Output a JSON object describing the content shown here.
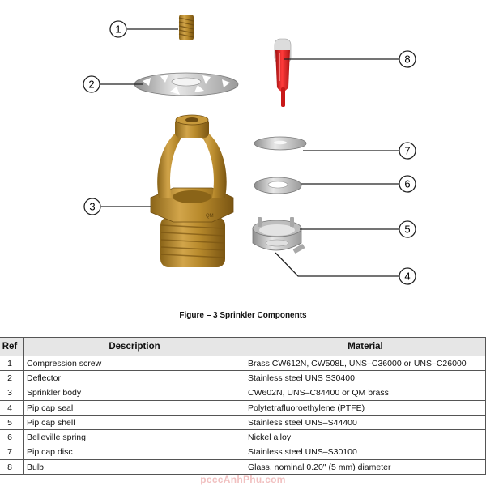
{
  "figure": {
    "caption": "Figure – 3 Sprinkler Components",
    "callouts": [
      "1",
      "2",
      "3",
      "4",
      "5",
      "6",
      "7",
      "8"
    ],
    "colors": {
      "brass": "#b88a2c",
      "steel": "#c9c9c9",
      "bulb": "#e02020",
      "callout": "#222222"
    },
    "labels": {
      "body_marking": "QM"
    }
  },
  "table": {
    "headers": {
      "ref": "Ref",
      "description": "Description",
      "material": "Material"
    },
    "rows": [
      {
        "ref": "1",
        "description": "Compression screw",
        "material": "Brass CW612N, CW508L, UNS–C36000 or UNS–C26000"
      },
      {
        "ref": "2",
        "description": "Deflector",
        "material": "Stainless steel UNS S30400"
      },
      {
        "ref": "3",
        "description": "Sprinkler body",
        "material": "CW602N, UNS–C84400 or QM brass"
      },
      {
        "ref": "4",
        "description": "Pip cap seal",
        "material": "Polytetrafluoroethylene (PTFE)"
      },
      {
        "ref": "5",
        "description": "Pip cap shell",
        "material": "Stainless steel UNS–S44400"
      },
      {
        "ref": "6",
        "description": "Belleville spring",
        "material": "Nickel alloy"
      },
      {
        "ref": "7",
        "description": "Pip cap disc",
        "material": "Stainless steel UNS–S30100"
      },
      {
        "ref": "8",
        "description": "Bulb",
        "material": "Glass, nominal 0.20\" (5 mm) diameter"
      }
    ]
  },
  "watermark": "pcccAnhPhu.com"
}
